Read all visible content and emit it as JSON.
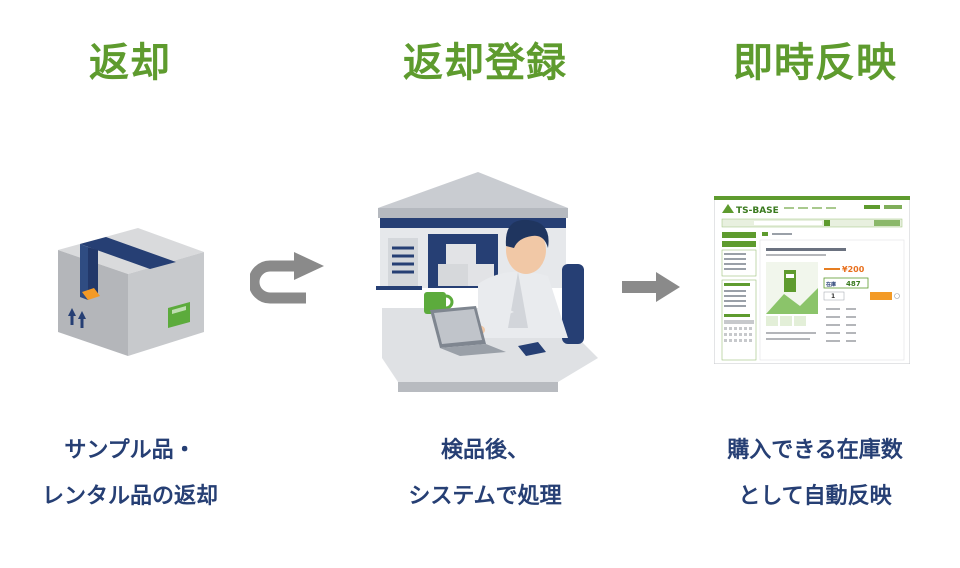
{
  "columns": [
    {
      "title": "返却",
      "caption_lines": [
        "サンプル品・",
        "レンタル品の返却"
      ]
    },
    {
      "title": "返却登録",
      "caption_lines": [
        "検品後、",
        "システムで処理"
      ]
    },
    {
      "title": "即時反映",
      "caption_lines": [
        "購入できる在庫数",
        "として自動反映"
      ]
    }
  ],
  "screenshot": {
    "logo": "TS-BASE",
    "price": "¥200",
    "stock_label": "在庫",
    "stock_value": "487",
    "qty": "1"
  },
  "colors": {
    "heading": "#5e9b2e",
    "caption": "#263f74",
    "arrow": "#8a8a8a",
    "accent_orange": "#f39a26"
  }
}
